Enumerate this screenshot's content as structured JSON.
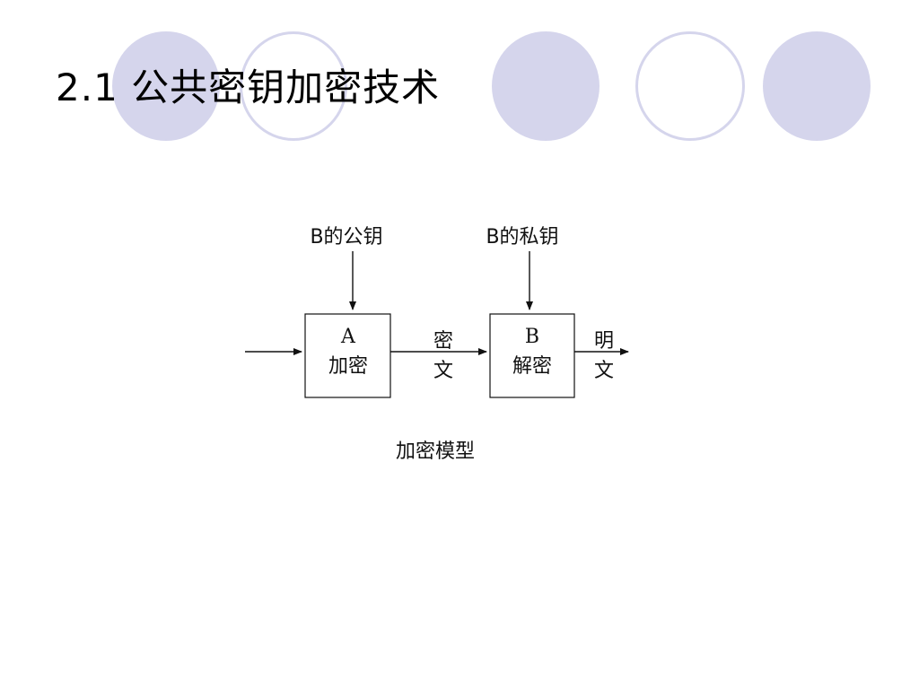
{
  "slide": {
    "title": "2.1  公共密钥加密技术"
  },
  "diagram": {
    "box_a": {
      "line1": "A",
      "line2": "加密"
    },
    "box_b": {
      "line1": "B",
      "line2": "解密"
    },
    "key_a_label": "B的公钥",
    "key_b_label": "B的私钥",
    "ciphertext_label": {
      "line1": "密",
      "line2": "文"
    },
    "plaintext_label": {
      "line1": "明",
      "line2": "文"
    },
    "caption": "加密模型"
  },
  "colors": {
    "decoration": "#d5d5ec",
    "ink": "#111111"
  }
}
